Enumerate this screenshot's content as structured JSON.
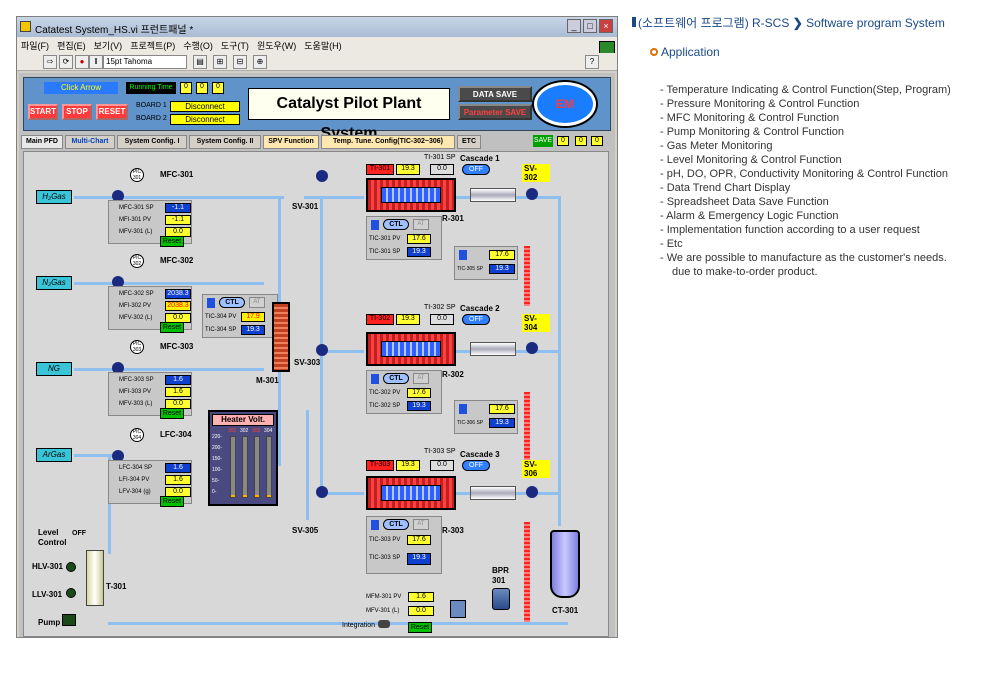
{
  "window": {
    "title": "Catatest System_HS.vi 프런트패널 *"
  },
  "menu": [
    "파일(F)",
    "편집(E)",
    "보기(V)",
    "프로젝트(P)",
    "수행(O)",
    "도구(T)",
    "윈도우(W)",
    "도움말(H)"
  ],
  "toolbar": {
    "font": "15pt Tahoma"
  },
  "control": {
    "click_arrow": "Click Arrow",
    "running_time_label": "Running Time",
    "running_time": [
      "0",
      "0",
      "0"
    ],
    "start": "START",
    "stop": "STOP",
    "reset": "RESET",
    "board1_label": "BOARD 1",
    "board1_status": "Disconnect",
    "board2_label": "BOARD 2",
    "board2_status": "Disconnect",
    "title": "Catalyst Pilot Plant System",
    "data_save": "DATA SAVE",
    "parameter_save": "Parameter SAVE",
    "em": "EM"
  },
  "tabs": [
    "Main PFD",
    "Multi-Chart",
    "System Config. I",
    "System Config. II",
    "SPV Function",
    "Temp. Tune. Config(TIC-302~306)",
    "ETC"
  ],
  "save_indicator": {
    "label": "SAVE",
    "values": [
      "0",
      "0",
      "0"
    ]
  },
  "gases": [
    "H₂Gas",
    "N₂Gas",
    "NG",
    "ArGas"
  ],
  "mfc": [
    {
      "tag": "MFC-301",
      "pic": "PIC 301",
      "rows": [
        [
          "MFC-301 SP",
          "-1.1"
        ],
        [
          "MFI-301 PV",
          "-1.1"
        ],
        [
          "MFV-301 (L)",
          "0.0"
        ]
      ],
      "reset": "Reset"
    },
    {
      "tag": "MFC-302",
      "pic": "PIC 302",
      "rows": [
        [
          "MFC-302 SP",
          "2038.3"
        ],
        [
          "MFI-302 PV",
          "2038.3"
        ],
        [
          "MFV-302 (L)",
          "0.0"
        ]
      ],
      "reset": "Reset"
    },
    {
      "tag": "MFC-303",
      "pic": "PIC 303",
      "rows": [
        [
          "MFC-303 SP",
          "1.6"
        ],
        [
          "MFI-303 PV",
          "1.6"
        ],
        [
          "MFV-303 (L)",
          "0.0"
        ]
      ],
      "reset": "Reset"
    },
    {
      "tag": "LFC-304",
      "pic": "PIC 304",
      "rows": [
        [
          "LFC-304 SP",
          "1.6"
        ],
        [
          "LFI-304 PV",
          "1.6"
        ],
        [
          "LFV-304 (g)",
          "0.0"
        ]
      ],
      "reset": "Reset"
    }
  ],
  "mixer": {
    "tag": "M-301",
    "ctl": "CTL",
    "at": "AT",
    "pv_label": "TIC-304 PV",
    "pv": "17.9",
    "sp_label": "TIC-304 SP",
    "sp": "19.3"
  },
  "heater_volt": {
    "title": "Heater Volt.",
    "channels": [
      "301",
      "302",
      "303",
      "304"
    ],
    "levels": [
      0,
      0,
      0,
      0
    ],
    "ticks": [
      "220-",
      "200-",
      "150-",
      "100-",
      "50-",
      "0-"
    ]
  },
  "reactors": [
    {
      "ti": "TI-301",
      "ti_val": "19.3",
      "sp_label": "TI-301 SP",
      "sp_val": "0.0",
      "cascade": "Cascade 1",
      "cascade_state": "OFF",
      "sv_in": "SV-301",
      "sv_out": "SV-302",
      "reactor": "R-301",
      "ctl": "CTL",
      "at": "AT",
      "pv_label": "TIC-301 PV",
      "pv": "17.6",
      "sp2_label": "TIC-301 SP",
      "sp2": "19.3",
      "side_label": "TIC-305 SP",
      "side_pv": "17.6",
      "side_sp": "19.3"
    },
    {
      "ti": "TI-302",
      "ti_val": "19.3",
      "sp_label": "TI-302 SP",
      "sp_val": "0.0",
      "cascade": "Cascade 2",
      "cascade_state": "OFF",
      "sv_in": "SV-303",
      "sv_out": "SV-304",
      "reactor": "R-302",
      "ctl": "CTL",
      "at": "AT",
      "pv_label": "TIC-302 PV",
      "pv": "17.6",
      "sp2_label": "TIC-302 SP",
      "sp2": "19.3",
      "side_label": "TIC-306 SP",
      "side_pv": "17.6",
      "side_sp": "19.3"
    },
    {
      "ti": "TI-303",
      "ti_val": "19.3",
      "sp_label": "TI-303 SP",
      "sp_val": "0.0",
      "cascade": "Cascade 3",
      "cascade_state": "OFF",
      "sv_in": "SV-305",
      "sv_out": "SV-306",
      "reactor": "R-303",
      "ctl": "CTL",
      "at": "AT",
      "pv_label": "TIC-303 PV",
      "pv": "17.6",
      "sp2_label": "TIC-303 SP",
      "sp2": "19.3"
    }
  ],
  "level": {
    "label": "Level Control",
    "state": "OFF",
    "hlv": "HLV-301",
    "llv": "LLV-301",
    "pump": "Pump",
    "tank": "T-301"
  },
  "bpr": {
    "tag": "BPR 301",
    "ct": "CT-301",
    "mfm_label": "MFM-301 PV",
    "mfm": "1.6",
    "mfv_label": "MFV-301 (L)",
    "mfv": "0.0",
    "integration": "Integration",
    "reset": "Reset"
  },
  "side": {
    "breadcrumb_a": "(소프트웨어 프로그램) R-SCS",
    "breadcrumb_b": "Software program System",
    "section": "Application",
    "items": [
      "- Temperature Indicating & Control Function(Step, Program)",
      "- Pressure Monitoring & Control Function",
      "- MFC Monitoring & Control Function",
      "- Pump Monitoring & Control Function",
      "- Gas Meter Monitoring",
      "- Level Monitoring & Control Function",
      "- pH, DO, OPR, Conductivity Monitoring & Control Function",
      "- Data Trend Chart Display",
      "- Spreadsheet Data Save Function",
      "- Alarm & Emergency Logic Function",
      "- Implementation function according to a user request",
      "- Etc",
      "- We are possible to manufacture as the customer's needs.",
      "due to make-to-order product."
    ]
  }
}
